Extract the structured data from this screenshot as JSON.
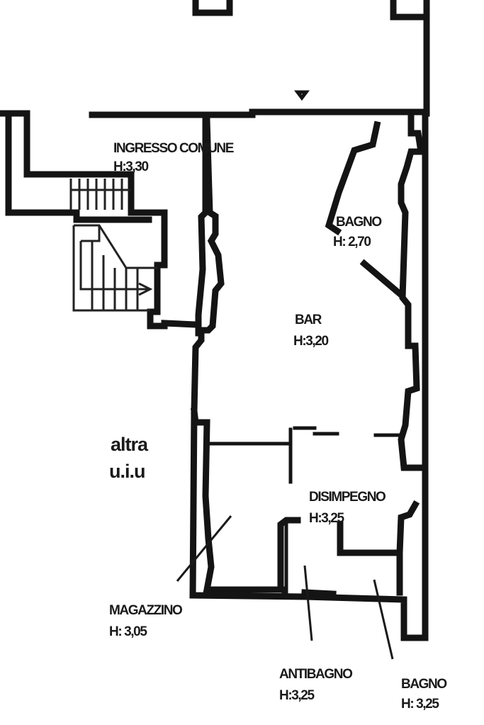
{
  "rooms": {
    "ingresso": {
      "name": "INGRESSO COMUNE",
      "height": "H:3,30"
    },
    "bagno_top": {
      "name": "BAGNO",
      "height": "H: 2,70"
    },
    "bar": {
      "name": "BAR",
      "height": "H:3,20"
    },
    "disimpegno": {
      "name": "DISIMPEGNO",
      "height": "H:3,25"
    },
    "magazzino": {
      "name": "MAGAZZINO",
      "height": "H: 3,05"
    },
    "antibagno": {
      "name": "ANTIBAGNO",
      "height": "H:3,25"
    },
    "bagno_bottom": {
      "name": "BAGNO",
      "height": "H: 3,25"
    }
  },
  "neighbor": {
    "line1": "altra",
    "line2": "u.i.u"
  }
}
